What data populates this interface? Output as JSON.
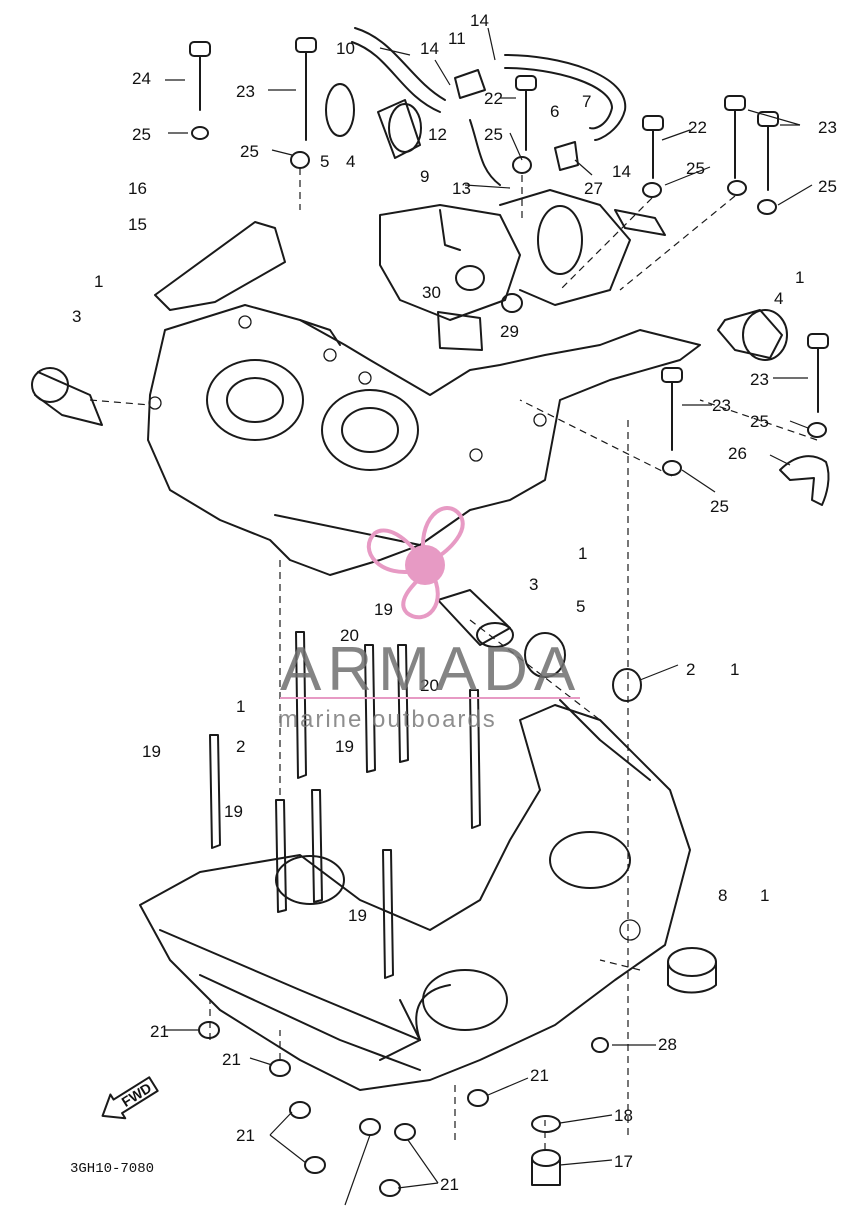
{
  "diagram": {
    "drawing_code": "3GH10-7080",
    "fwd_label": "FWD",
    "callouts": {
      "n1": "1",
      "n2": "2",
      "n3": "3",
      "n4": "4",
      "n5": "5",
      "n6": "6",
      "n7": "7",
      "n8": "8",
      "n9": "9",
      "n10": "10",
      "n11": "11",
      "n12": "12",
      "n13": "13",
      "n14": "14",
      "n15": "15",
      "n16": "16",
      "n17": "17",
      "n18": "18",
      "n19": "19",
      "n20": "20",
      "n21": "21",
      "n22": "22",
      "n23": "23",
      "n24": "24",
      "n25": "25",
      "n26": "26",
      "n27": "27",
      "n28": "28",
      "n29": "29",
      "n30": "30"
    }
  },
  "watermark": {
    "brand": "ARMADA",
    "tagline": "marine outboards",
    "brand_color": "#6e6e6e",
    "accent_color": "#e79ac4"
  }
}
